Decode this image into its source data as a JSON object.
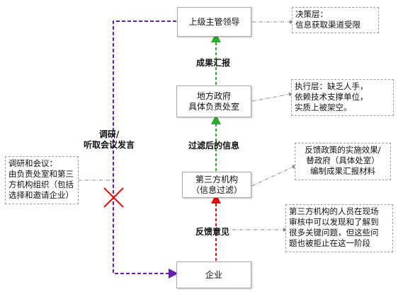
{
  "nodes": {
    "leader": "上级主管领导",
    "local_gov": [
      "地方政府",
      "具体负责处室"
    ],
    "third_party": [
      "第三方机构",
      "（信息过滤）"
    ],
    "enterprise": "企业"
  },
  "edge_labels": {
    "report": "成果汇报",
    "filtered": "过滤后的信息",
    "feedback": "反馈意见",
    "research": [
      "调研/",
      "听取会议发言"
    ]
  },
  "notes": {
    "decision": [
      "决策层：",
      "信息获取渠道受限"
    ],
    "execution": [
      "执行层：缺乏人手，",
      "依赖技术支撑单位，",
      "实质上被架空。"
    ],
    "feedback_effect": [
      "反馈政策的实施效果/",
      "替政府（具体处室）",
      "编制成果汇报材料"
    ],
    "third_party_issue": [
      "第三方机构的人员在现场",
      "审核中可以发现和了解到",
      "很多关键问题，但这些问",
      "题也被拒止在这一阶段"
    ],
    "meeting": [
      "调研和会议：",
      "由负责处室和第三",
      "方机构组织（包括",
      "选择和邀请企业）"
    ]
  },
  "colors": {
    "purple": "#6a1fa8",
    "green": "#2fa82f",
    "red": "#e01010",
    "gray": "#8a8a8a"
  }
}
